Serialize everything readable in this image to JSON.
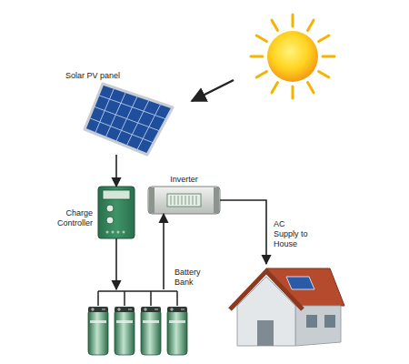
{
  "diagram": {
    "nodes": [
      {
        "text": [
          "Solar PV panel"
        ]
      },
      {
        "text": [
          "Charge Controller"
        ]
      },
      {
        "text": [
          "Inverter"
        ]
      },
      {
        "text": [
          "Battery Bank"
        ]
      },
      {
        "text": [
          "AC Supply to House"
        ]
      }
    ],
    "edges": [
      {
        "from": 0,
        "to": 1,
        "arrow": "to"
      },
      {
        "from": 1,
        "to": 3,
        "arrow": "to"
      },
      {
        "from": 3,
        "to": 2,
        "arrow": "to"
      },
      {
        "from": 2,
        "to": 4,
        "arrow": "to"
      }
    ]
  }
}
